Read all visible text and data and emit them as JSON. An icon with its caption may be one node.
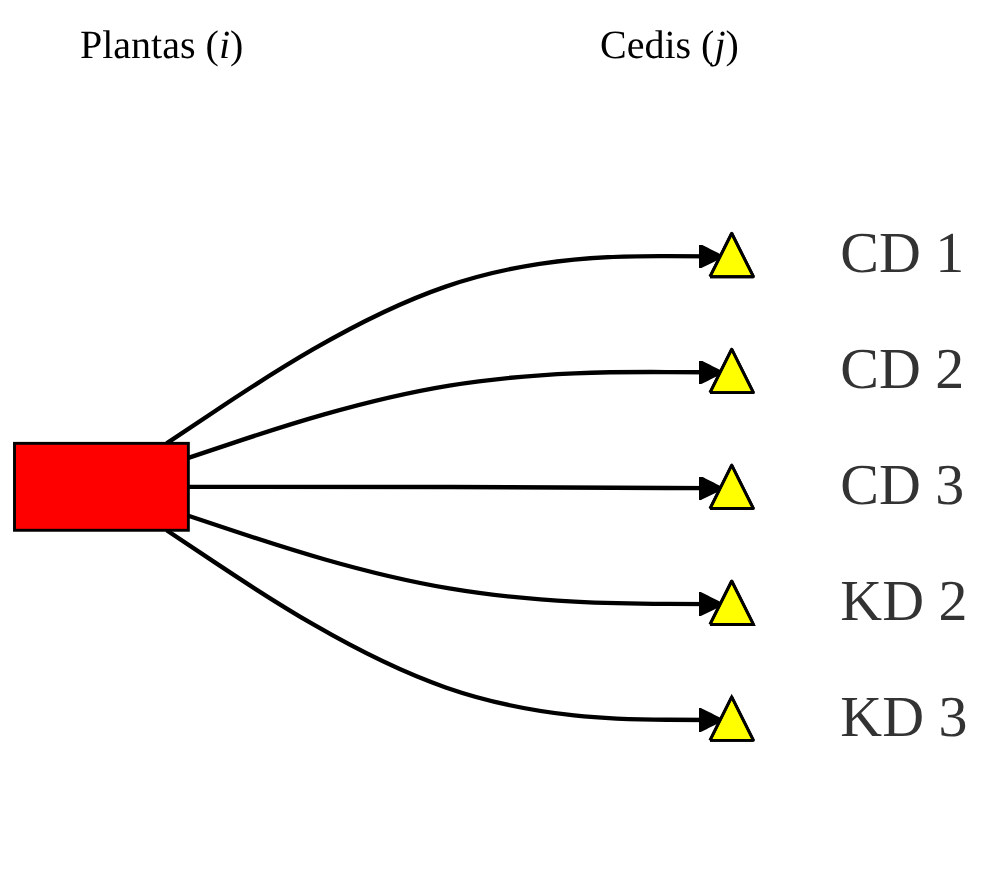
{
  "diagram": {
    "nodes": [
      {
        "text": [],
        "shape": "box"
      },
      {
        "text": [],
        "shape": "triangle",
        "beside": [
          "CD 1"
        ]
      },
      {
        "text": [],
        "shape": "triangle",
        "beside": [
          "CD 2"
        ]
      },
      {
        "text": [],
        "shape": "triangle",
        "beside": [
          "CD 3"
        ]
      },
      {
        "text": [],
        "shape": "triangle",
        "beside": [
          "KD 2"
        ]
      },
      {
        "text": [],
        "shape": "triangle",
        "beside": [
          "KD 3"
        ]
      }
    ],
    "edges": [
      {
        "from": 0,
        "to": 1,
        "arrow": "to"
      },
      {
        "from": 0,
        "to": 2,
        "arrow": "to"
      },
      {
        "from": 0,
        "to": 3,
        "arrow": "to"
      },
      {
        "from": 0,
        "to": 4,
        "arrow": "to"
      },
      {
        "from": 0,
        "to": 5,
        "arrow": "to"
      }
    ],
    "labels": [
      "Plantas (*i*)",
      "Cedis (*j*)"
    ]
  }
}
